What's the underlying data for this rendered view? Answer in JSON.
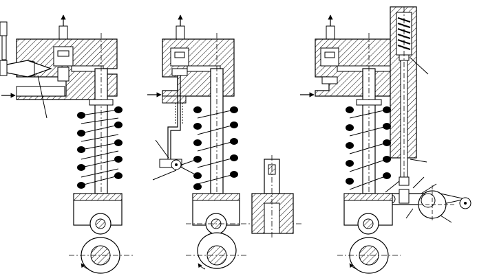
{
  "figure": {
    "description_visible_text": [],
    "colors": {
      "ink": "#000000",
      "paper": "#ffffff",
      "hatch": "#000000"
    },
    "panels": [
      {
        "id": "left",
        "parts": [
          "fuel-pump-body",
          "needle-valve",
          "inlet-arrow",
          "outlet-arrow",
          "plunger",
          "spring",
          "tappet",
          "cam-roller",
          "camshaft"
        ]
      },
      {
        "id": "middle",
        "parts": [
          "fuel-pump-body",
          "delivery-valve",
          "inlet-arrow",
          "outlet-arrow",
          "bypass-linkage",
          "roller-lever",
          "plunger",
          "spring",
          "tappet",
          "cam-roller",
          "camshaft",
          "plunger-section-detail"
        ]
      },
      {
        "id": "right",
        "parts": [
          "fuel-pump-body",
          "delivery-valve",
          "inlet-arrow",
          "outlet-arrow",
          "spring-loaded-spill-valve",
          "lever-linkage",
          "eccentric",
          "plunger",
          "spring",
          "tappet",
          "cam-roller",
          "camshaft"
        ]
      }
    ]
  }
}
